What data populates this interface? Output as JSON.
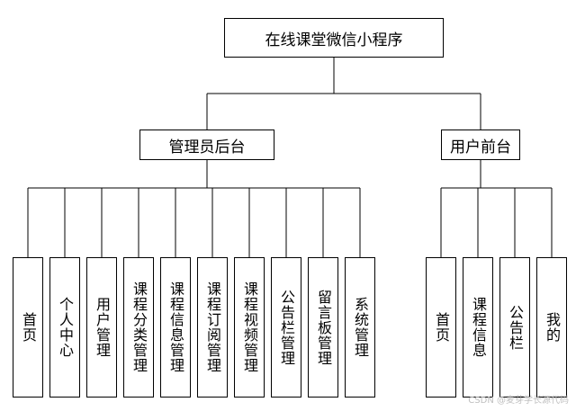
{
  "root": {
    "label": "在线课堂微信小程序"
  },
  "groups": [
    {
      "label": "管理员后台",
      "children": [
        "首页",
        "个人中心",
        "用户管理",
        "课程分类管理",
        "课程信息管理",
        "课程订阅管理",
        "课程视频管理",
        "公告栏管理",
        "留言板管理",
        "系统管理"
      ]
    },
    {
      "label": "用户前台",
      "children": [
        "首页",
        "课程信息",
        "公告栏",
        "我的"
      ]
    }
  ],
  "watermark": "CSDN @麦芽学长源代码"
}
